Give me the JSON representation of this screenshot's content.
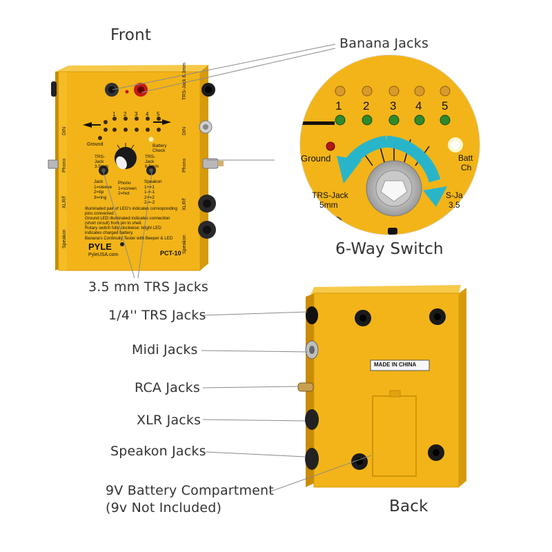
{
  "headings": {
    "front": "Front",
    "back": "Back",
    "switch": "6-Way Switch"
  },
  "callouts": {
    "banana": "Banana Jacks",
    "trs35": "3.5 mm TRS Jacks",
    "trs14": "1/4'' TRS Jacks",
    "midi": "Midi Jacks",
    "rca": "RCA Jacks",
    "xlr": "XLR Jacks",
    "speakon": "Speakon Jacks",
    "battery_l1": "9V Battery Compartment",
    "battery_l2": "(9v Not Included)"
  },
  "device": {
    "brand": "PYLE",
    "site": "PyleUSA.com",
    "model": "PCT-10",
    "side_labels": [
      "TRS-Jack 6.3mm",
      "DIN",
      "Phono",
      "XLR/f",
      "Speakon"
    ],
    "led_numbers": [
      "1",
      "2",
      "3",
      "4",
      "5"
    ],
    "ground": "Ground",
    "battery_check": "Battery Check",
    "trs_left": "TRS-Jack 3.5mm",
    "trs_right": "TRS-Jack 6.5mm",
    "jack_legend": [
      "Jack",
      "1=sleeve",
      "2=tip",
      "3=ring"
    ],
    "phono_legend": [
      "Phono",
      "1=screen",
      "2=hot"
    ],
    "speakon_legend": [
      "Speakon",
      "1+=1",
      "1-=-1",
      "2+=2",
      "2-=-2"
    ],
    "info": [
      "Illuminated pair of LED's indicates corresponding",
      "pins connected.",
      "Ground LED illuminated indicates connection",
      "(short circuit) from pin to shell.",
      "Rotary switch fully clockwise: bright LED",
      "indicates charged battery.",
      "Banana's Continuity Tester with Beeper & LED"
    ],
    "back_label": "MADE IN CHINA"
  },
  "zoom": {
    "numbers": [
      "1",
      "2",
      "3",
      "4",
      "5"
    ],
    "ground": "Ground",
    "battery": "Batt",
    "battery2": "Ch",
    "trs_left": "TRS-Jack",
    "trs_left2": "5mm",
    "trs_right": "S-Ja",
    "trs_right2": "3.5"
  },
  "colors": {
    "body": "#f2b418",
    "body_dark": "#d99a0a",
    "arrow": "#29b5c9",
    "led_amber": "#d99a2a",
    "led_green": "#2f8a2c"
  }
}
